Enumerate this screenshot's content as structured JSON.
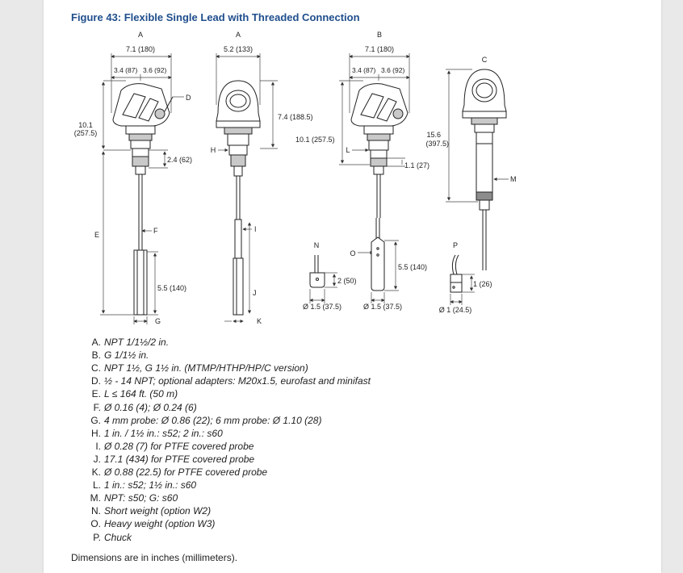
{
  "figure": {
    "title": "Figure 43: Flexible Single Lead with Threaded Connection",
    "footnote": "Dimensions are in inches (millimeters)."
  },
  "callouts": {
    "a1": "A",
    "a2": "A",
    "b": "B",
    "c": "C",
    "d": "D",
    "e": "E",
    "f": "F",
    "g": "G",
    "h": "H",
    "i": "I",
    "j": "J",
    "k": "K",
    "l": "L",
    "m": "M",
    "n": "N",
    "o": "O",
    "p": "P"
  },
  "dimensions": {
    "w1_total": "7.1 (180)",
    "w1_left": "3.4 (87)",
    "w1_right": "3.6 (92)",
    "h1_a": "10.1",
    "h1_b": "(257.5)",
    "w2_total": "5.2 (133)",
    "h2": "7.4 (188.5)",
    "w3_total": "7.1 (180)",
    "w3_left": "3.4 (87)",
    "w3_right": "3.6 (92)",
    "h3": "10.1 (257.5)",
    "h4_a": "15.6",
    "h4_b": "(397.5)",
    "thread1": "2.4 (62)",
    "thread3": "1.1 (27)",
    "weight1": "5.5 (140)",
    "weight_short": "2 (50)",
    "weight_heavy": "5.5 (140)",
    "dia_short": "Ø 1.5 (37.5)",
    "dia_heavy": "Ø 1.5 (37.5)",
    "chuck": "1 (26)",
    "dia_chuck": "Ø 1 (24.5)"
  },
  "legend": [
    {
      "key": "A.",
      "text": "NPT 1/1½/2 in."
    },
    {
      "key": "B.",
      "text": "G 1/1½ in."
    },
    {
      "key": "C.",
      "text": "NPT 1½, G 1½ in. (MTMP/HTHP/HP/C version)"
    },
    {
      "key": "D.",
      "text": "½ - 14 NPT; optional adapters: M20x1.5, eurofast and minifast"
    },
    {
      "key": "E.",
      "text": "L ≤ 164 ft. (50 m)"
    },
    {
      "key": "F.",
      "text": "Ø 0.16 (4); Ø 0.24 (6)"
    },
    {
      "key": "G.",
      "text": "4 mm probe: Ø 0.86 (22); 6 mm probe: Ø 1.10 (28)"
    },
    {
      "key": "H.",
      "text": "1 in. / 1½ in.: s52; 2 in.: s60"
    },
    {
      "key": "I.",
      "text": "Ø 0.28 (7) for PTFE covered probe"
    },
    {
      "key": "J.",
      "text": "17.1 (434) for PTFE covered probe"
    },
    {
      "key": "K.",
      "text": "Ø 0.88 (22.5) for PTFE covered probe"
    },
    {
      "key": "L.",
      "text": "1 in.: s52; 1½ in.: s60"
    },
    {
      "key": "M.",
      "text": "NPT: s50; G: s60"
    },
    {
      "key": "N.",
      "text": "Short weight (option W2)"
    },
    {
      "key": "O.",
      "text": "Heavy weight (option W3)"
    },
    {
      "key": "P.",
      "text": "Chuck"
    }
  ]
}
